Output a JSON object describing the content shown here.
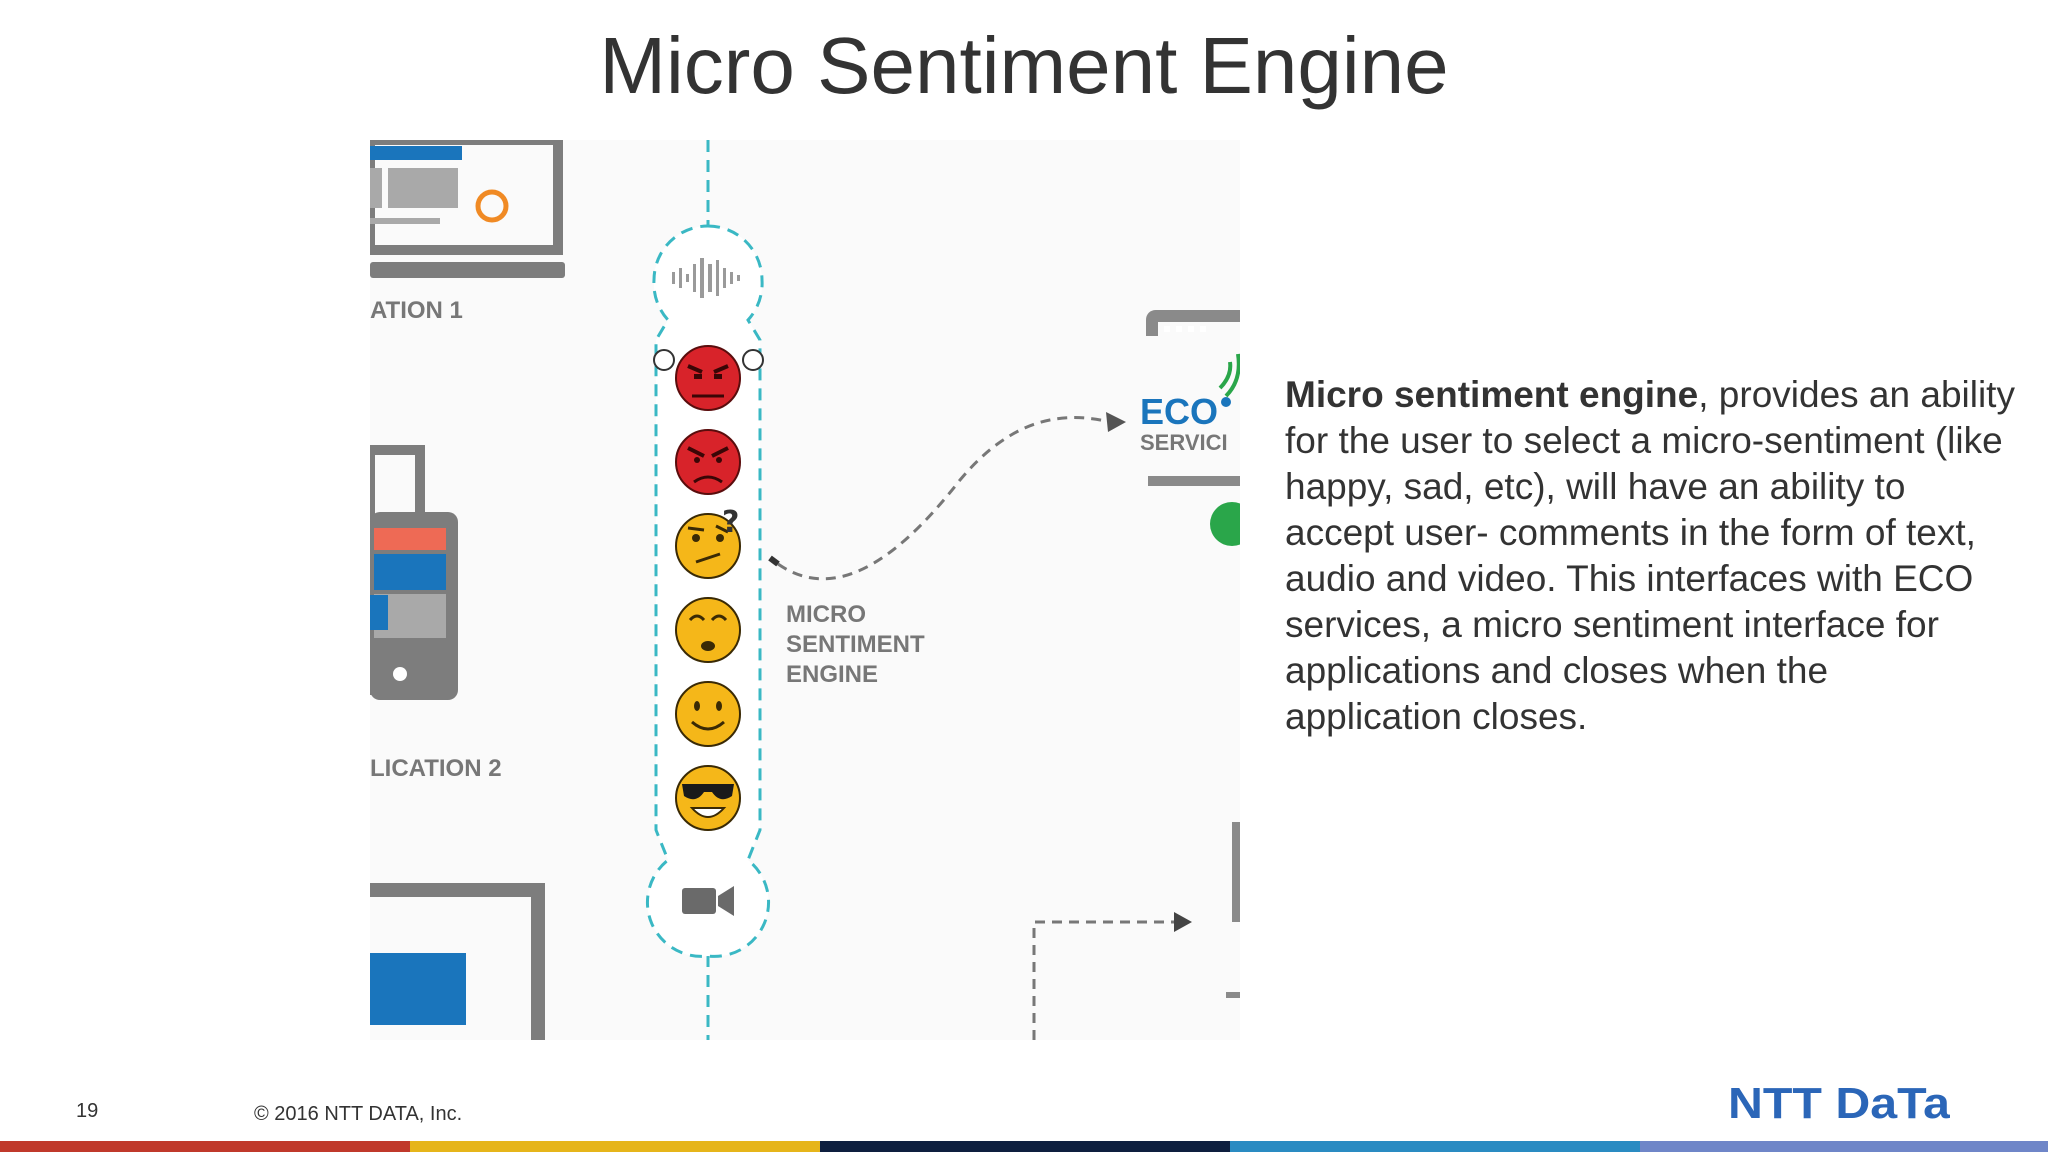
{
  "slide": {
    "title": "Micro Sentiment Engine",
    "page_number": "19",
    "copyright": "© 2016 NTT DATA, Inc.",
    "logo_text": "NTT DaTa"
  },
  "figure": {
    "app_label_1": "ATION 1",
    "app_label_2": "LICATION 2",
    "engine_label_lines": [
      "MICRO",
      "SENTIMENT",
      "ENGINE"
    ],
    "eco_label": "ECO",
    "eco_sub_label": "SERVICI",
    "icons": [
      "audio-wave-icon",
      "very-angry-face-icon",
      "angry-face-icon",
      "confused-face-icon",
      "unsure-face-icon",
      "happy-face-icon",
      "cool-face-icon",
      "video-camera-icon"
    ]
  },
  "description": {
    "bold_lead": "Micro sentiment engine",
    "body": ", provides an ability for the user to select a micro-sentiment (like happy, sad, etc), will have an ability to accept user-  comments in the form of text, audio and video. This interfaces with ECO services, a micro sentiment interface for applications and closes when the application  closes."
  },
  "colors": {
    "accent_teal": "#3ab8c4",
    "angry_red": "#d8232a",
    "face_yellow": "#f5b719",
    "icon_gray": "#8a8a8a",
    "logo_blue": "#2b66b8",
    "band_colors": [
      "#c0392b",
      "#e6b51a",
      "#0e1f3f",
      "#2a8bc2",
      "#6f86c8"
    ]
  }
}
